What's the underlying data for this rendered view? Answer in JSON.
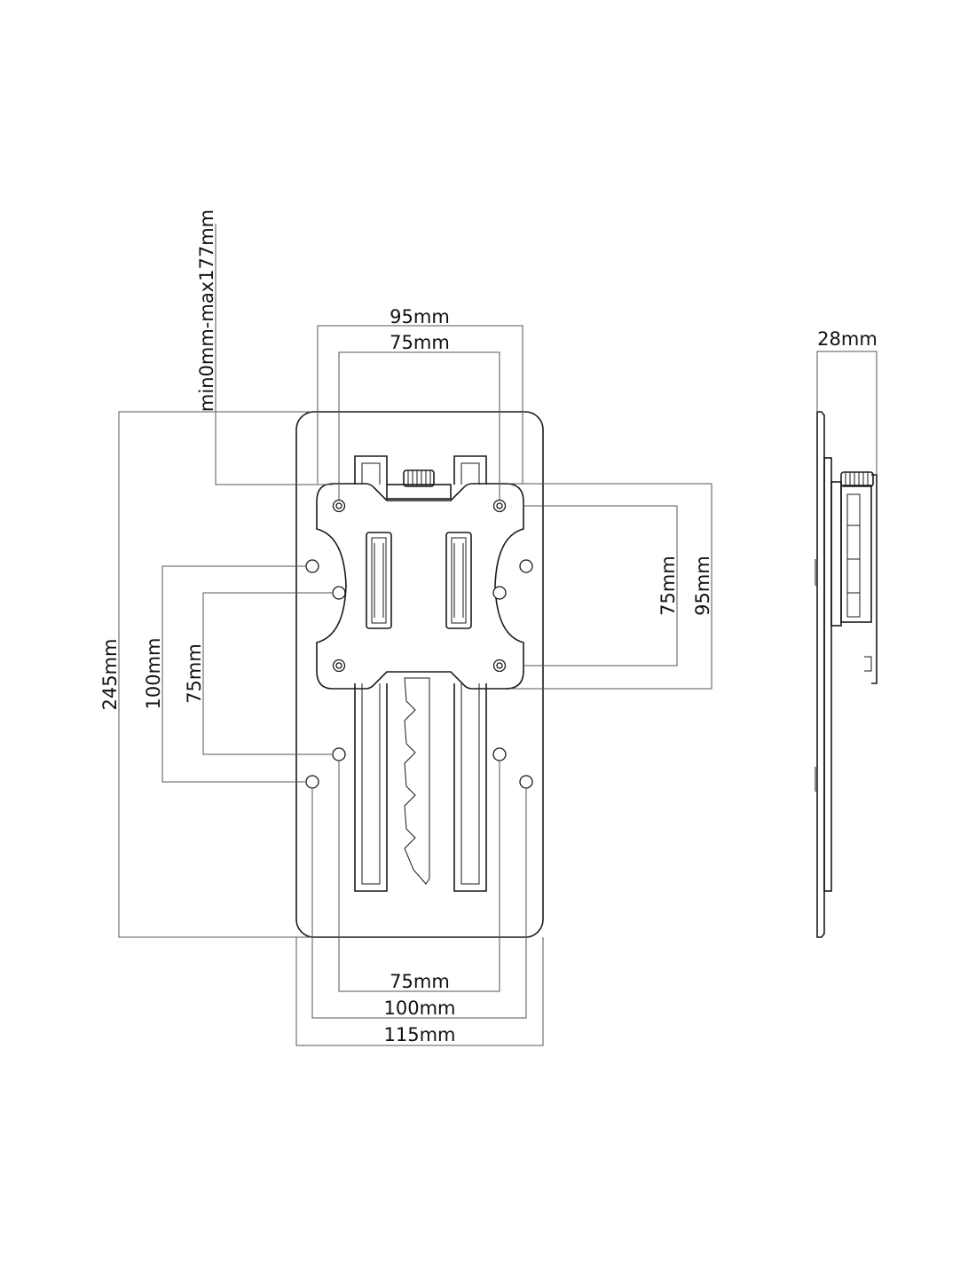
{
  "front_view": {
    "dimensions": {
      "top_outer_width": "95mm",
      "top_inner_width": "75mm",
      "vertical_adjustment": "min0mm-max177mm",
      "right_inner_height": "75mm",
      "right_outer_height": "95mm",
      "total_height": "245mm",
      "left_outer_height": "100mm",
      "left_inner_height": "75mm",
      "bottom_inner_width": "75mm",
      "bottom_middle_width": "100mm",
      "bottom_total_width": "115mm"
    }
  },
  "side_view": {
    "dimensions": {
      "depth": "28mm"
    }
  }
}
